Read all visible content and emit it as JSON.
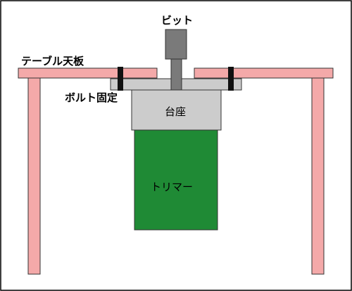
{
  "labels": {
    "bit": "ビット",
    "table_top": "テーブル天板",
    "bolt": "ボルト固定",
    "base": "台座",
    "trimmer": "トリマー"
  },
  "colors": {
    "table": "#f4a9a9",
    "base": "#cccccc",
    "trimmer": "#1f8a35",
    "bit": "#7a7a7a",
    "bolt": "#111111",
    "outline": "#333333"
  }
}
